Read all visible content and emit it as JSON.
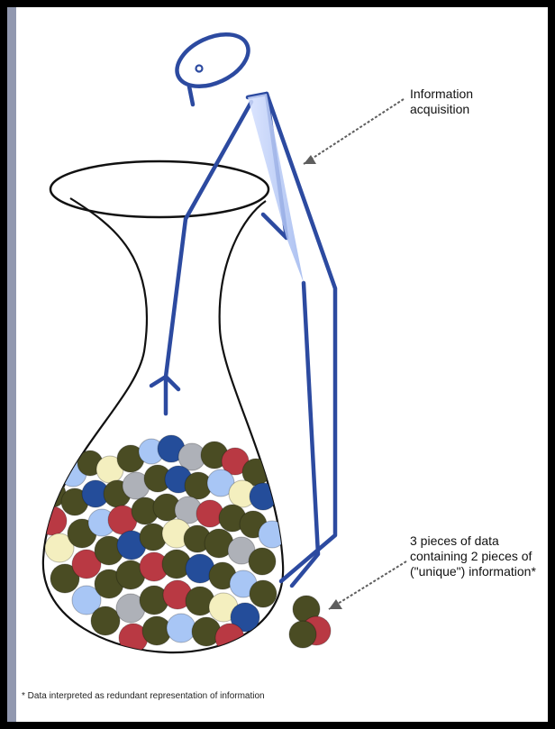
{
  "annotations": {
    "information_label_line1": "Information",
    "information_label_line2": "acquisition",
    "data_label_line1": "3 pieces of data",
    "data_label_line2": "containing 2 pieces of",
    "data_label_line3": "(\"unique\") information*",
    "footnote": "* Data interpreted as redundant representation of information"
  },
  "colors": {
    "figure_blue": "#2c4aa0",
    "figure_fill": "#b8c9f2",
    "bead_olive": "#4a4c23",
    "bead_red": "#b93943",
    "bead_blue": "#244d9a",
    "bead_light_blue": "#a8c6f5",
    "bead_gray": "#aeb1b8",
    "bead_cream": "#f4efbf",
    "background": "#ffffff"
  }
}
